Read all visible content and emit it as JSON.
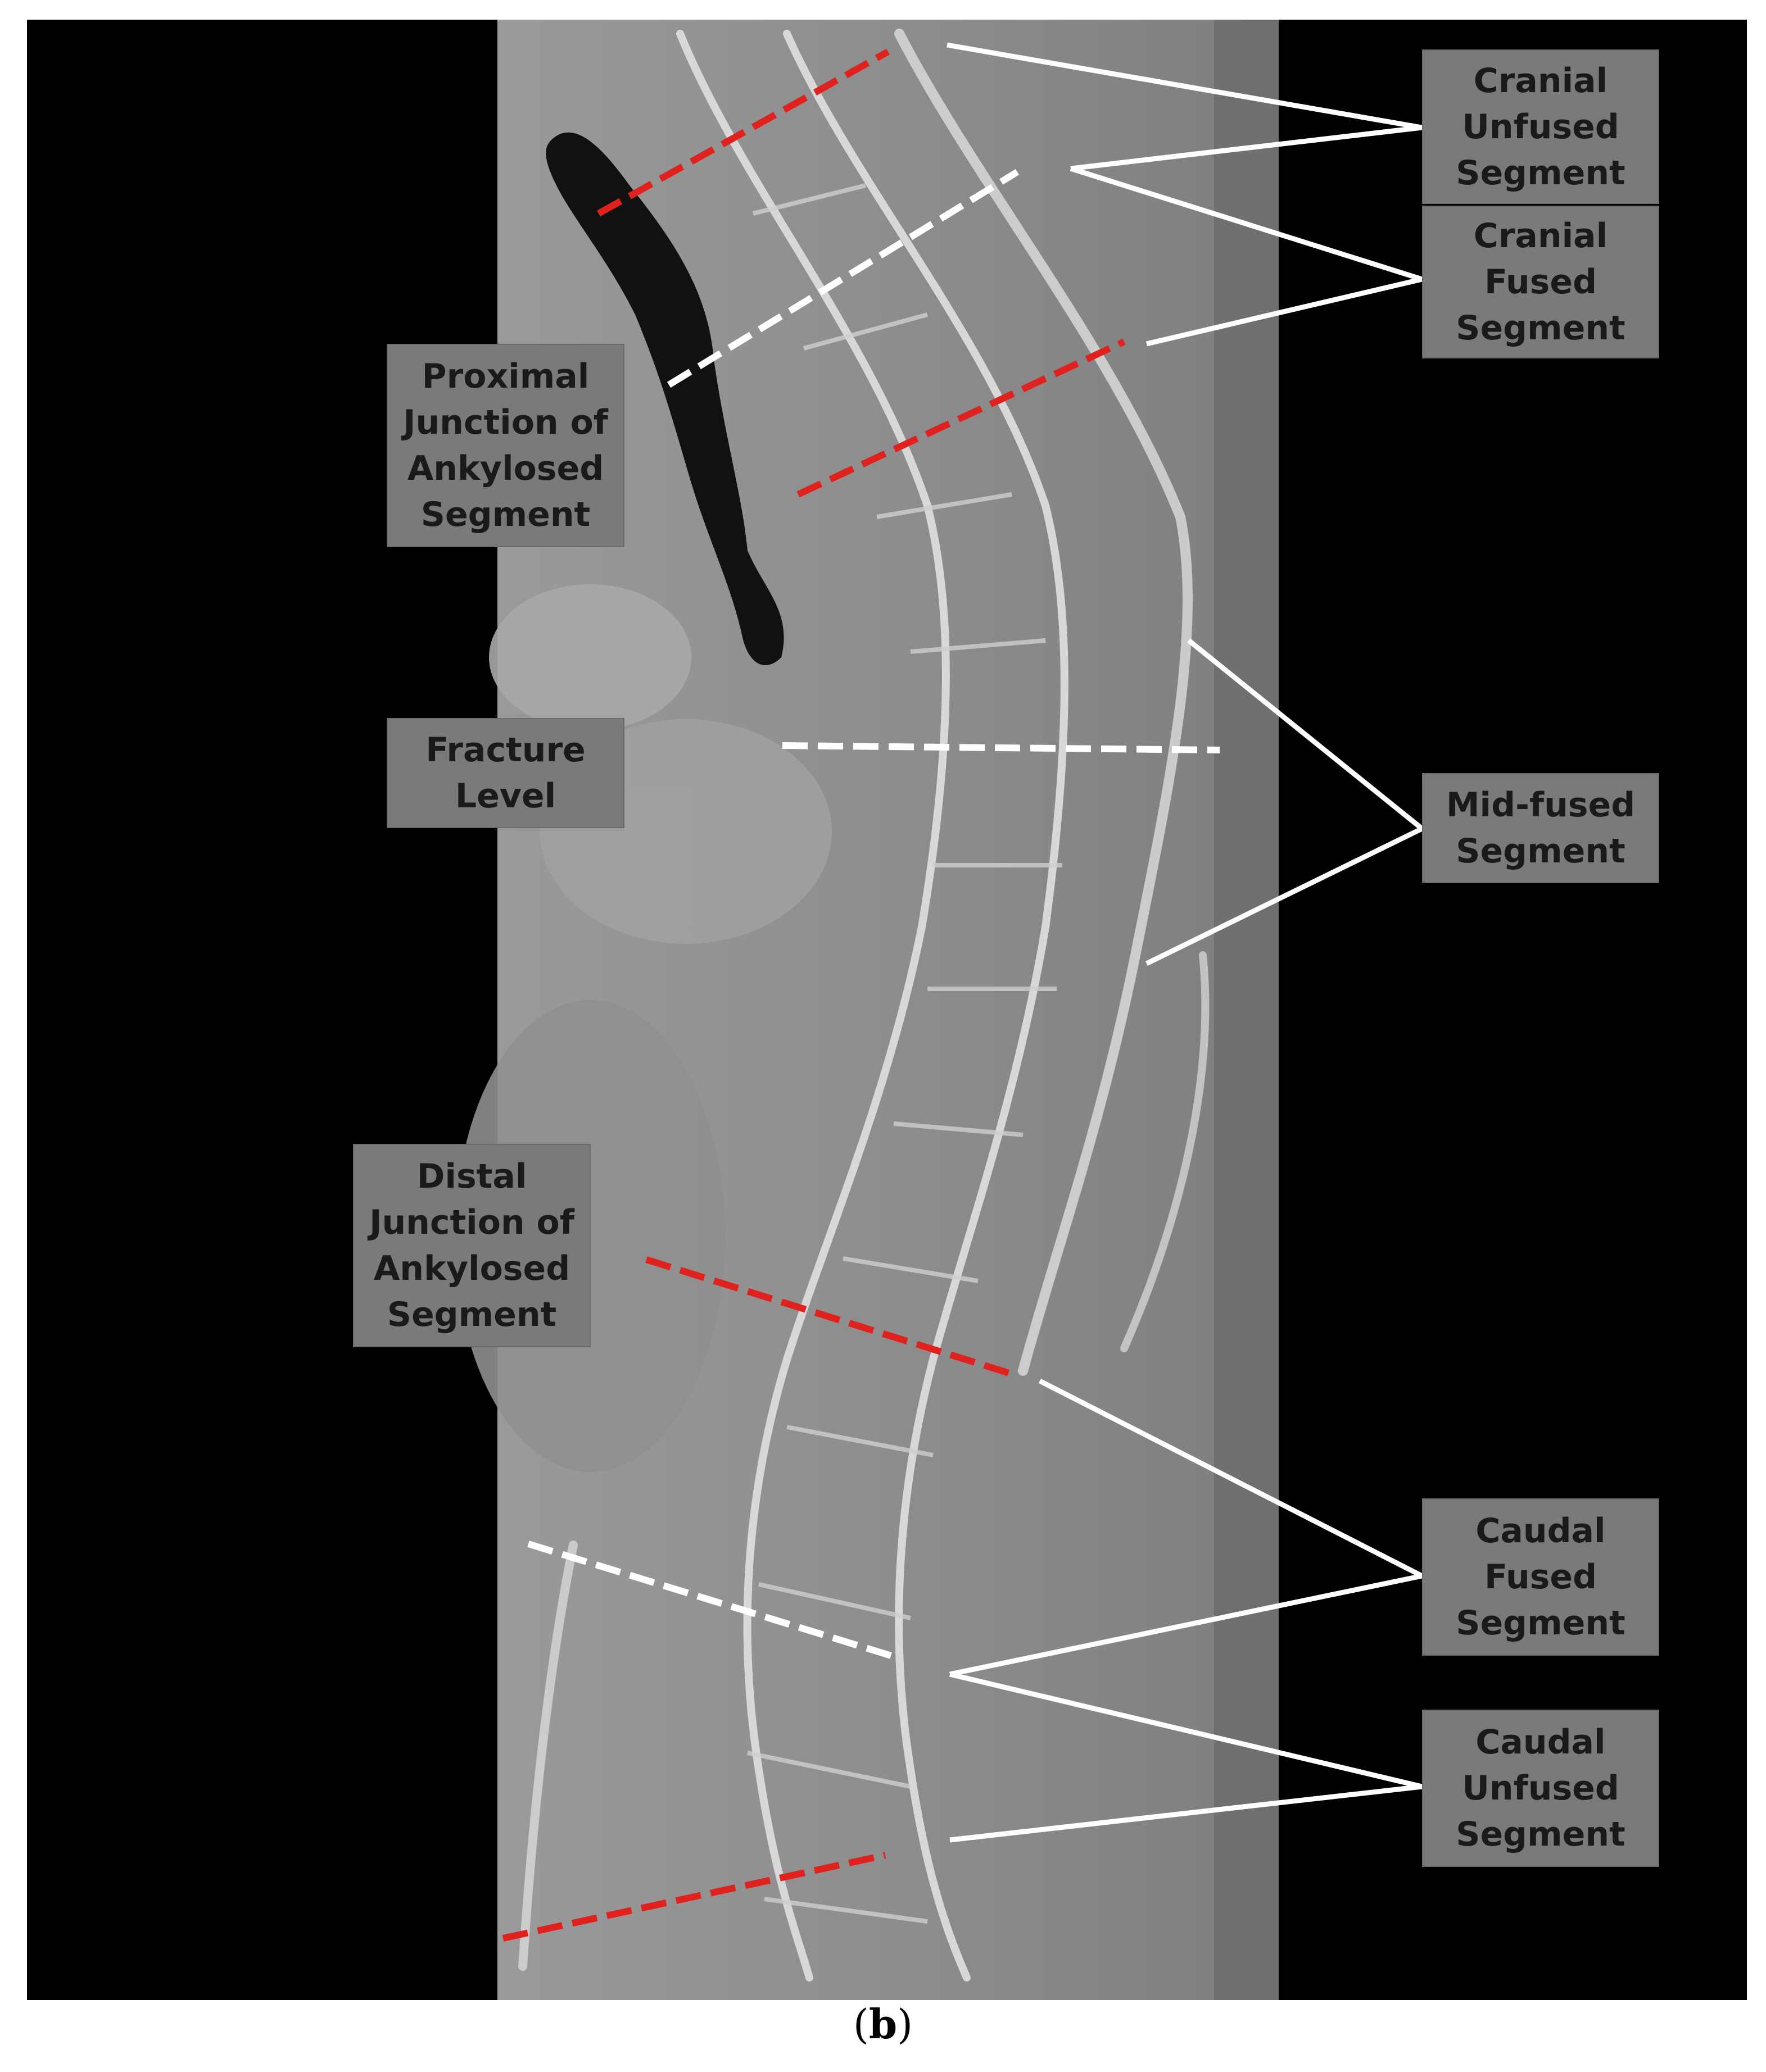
{
  "labels": {
    "cranial_unfused": [
      "Cranial",
      "Unfused",
      "Segment"
    ],
    "cranial_fused": [
      "Cranial",
      "Fused",
      "Segment"
    ],
    "proximal_junction": [
      "Proximal",
      "Junction of",
      "Ankylosed",
      "Segment"
    ],
    "fracture_level": [
      "Fracture",
      "Level"
    ],
    "mid_fused": [
      "Mid-fused",
      "Segment"
    ],
    "distal_junction": [
      "Distal",
      "Junction of",
      "Ankylosed",
      "Segment"
    ],
    "caudal_fused": [
      "Caudal",
      "Fused",
      "Segment"
    ],
    "caudal_unfused": [
      "Caudal",
      "Unfused",
      "Segment"
    ]
  },
  "caption": {
    "open": "(",
    "letter": "b",
    "close": ")"
  },
  "colors": {
    "background": "#000000",
    "scan_panel": "#8a8a8a",
    "red_marker": "#e0211d",
    "white_marker": "#ffffff",
    "label_box": "#7a7a7a"
  }
}
